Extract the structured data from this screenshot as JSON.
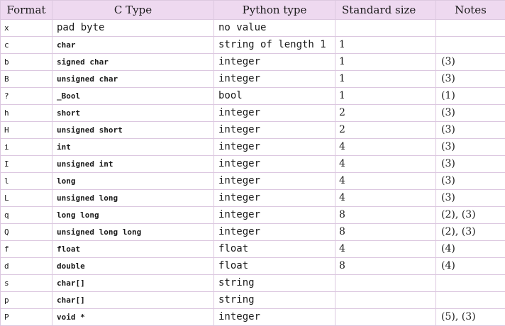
{
  "headers": {
    "format": "Format",
    "ctype": "C Type",
    "python": "Python type",
    "size": "Standard size",
    "notes": "Notes"
  },
  "rows": [
    {
      "format": "x",
      "ctype": "pad byte",
      "python": "no value",
      "size": "",
      "notes": ""
    },
    {
      "format": "c",
      "ctype": "char",
      "python": "string of length 1",
      "size": "1",
      "notes": ""
    },
    {
      "format": "b",
      "ctype": "signed char",
      "python": "integer",
      "size": "1",
      "notes": "(3)"
    },
    {
      "format": "B",
      "ctype": "unsigned char",
      "python": "integer",
      "size": "1",
      "notes": "(3)"
    },
    {
      "format": "?",
      "ctype": "_Bool",
      "python": "bool",
      "size": "1",
      "notes": "(1)"
    },
    {
      "format": "h",
      "ctype": "short",
      "python": "integer",
      "size": "2",
      "notes": "(3)"
    },
    {
      "format": "H",
      "ctype": "unsigned short",
      "python": "integer",
      "size": "2",
      "notes": "(3)"
    },
    {
      "format": "i",
      "ctype": "int",
      "python": "integer",
      "size": "4",
      "notes": "(3)"
    },
    {
      "format": "I",
      "ctype": "unsigned int",
      "python": "integer",
      "size": "4",
      "notes": "(3)"
    },
    {
      "format": "l",
      "ctype": "long",
      "python": "integer",
      "size": "4",
      "notes": "(3)"
    },
    {
      "format": "L",
      "ctype": "unsigned long",
      "python": "integer",
      "size": "4",
      "notes": "(3)"
    },
    {
      "format": "q",
      "ctype": "long long",
      "python": "integer",
      "size": "8",
      "notes": "(2), (3)"
    },
    {
      "format": "Q",
      "ctype": "unsigned long long",
      "python": "integer",
      "size": "8",
      "notes": "(2), (3)"
    },
    {
      "format": "f",
      "ctype": "float",
      "python": "float",
      "size": "4",
      "notes": "(4)"
    },
    {
      "format": "d",
      "ctype": "double",
      "python": "float",
      "size": "8",
      "notes": "(4)"
    },
    {
      "format": "s",
      "ctype": "char[]",
      "python": "string",
      "size": "",
      "notes": ""
    },
    {
      "format": "p",
      "ctype": "char[]",
      "python": "string",
      "size": "",
      "notes": ""
    },
    {
      "format": "P",
      "ctype": "void *",
      "python": "integer",
      "size": "",
      "notes": "(5), (3)"
    }
  ],
  "colors": {
    "header_bg": "#eed9f0",
    "border": "#dcc8e0"
  }
}
